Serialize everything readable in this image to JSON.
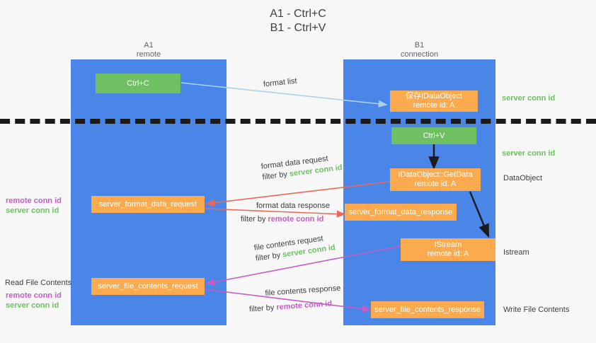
{
  "title": {
    "line1": "A1 - Ctrl+C",
    "line2": "B1 - Ctrl+V"
  },
  "lanes": [
    {
      "name": "A1",
      "role": "remote"
    },
    {
      "name": "B1",
      "role": "connection"
    }
  ],
  "boxes": {
    "ctrl_c": {
      "label": "Ctrl+C"
    },
    "ctrl_v": {
      "label": "Ctrl+V"
    },
    "save_dataobject": {
      "label": "保存IDataObject",
      "sub": "remote id: A"
    },
    "getdata": {
      "label": "IDataObject::GetData",
      "sub": "remote id: A"
    },
    "istream": {
      "label": "IStream",
      "sub": "remote id: A"
    },
    "server_format_data_request": {
      "label": "server_format_data_request"
    },
    "server_format_data_response": {
      "label": "server_format_data_response"
    },
    "server_file_contents_request": {
      "label": "server_file_contents_request"
    },
    "server_file_contents_response": {
      "label": "server_file_contents_response"
    }
  },
  "arrow_labels": {
    "format_list": "format list",
    "format_data_request": "format data request",
    "format_data_request_filter_prefix": "filter by ",
    "format_data_request_filter_key": "server conn id",
    "format_data_response": "format data response",
    "format_data_response_filter_prefix": "filter by ",
    "format_data_response_filter_key": "remote conn id",
    "file_contents_request": "file contents request",
    "file_contents_request_filter_prefix": "filter by ",
    "file_contents_request_filter_key": "server conn id",
    "file_contents_response": "file contents response",
    "file_contents_response_filter_prefix": "filter by ",
    "file_contents_response_filter_key": "remote conn id"
  },
  "annotations": {
    "left": {
      "mid_remote": "remote conn id",
      "mid_server": "server conn id",
      "read_file_contents": "Read File Contents",
      "low_remote": "remote conn id",
      "low_server": "server conn id"
    },
    "right": {
      "server_conn_id_top": "server conn id",
      "server_conn_id_mid": "server conn id",
      "dataobject": "DataObject",
      "istream": "Istream",
      "write_file_contents": "Write File Contents"
    }
  },
  "colors": {
    "lane": "#4a86e8",
    "green_box": "#6fbf63",
    "orange_box": "#fbab4e",
    "server_conn_id": "#6fbf63",
    "remote_conn_id": "#c45dc4",
    "arrow_blue": "#a8d3ea",
    "arrow_red": "#e8695b",
    "arrow_magenta": "#c45dc4",
    "arrow_black": "#1b1b1b",
    "background": "#f7f7f7"
  }
}
